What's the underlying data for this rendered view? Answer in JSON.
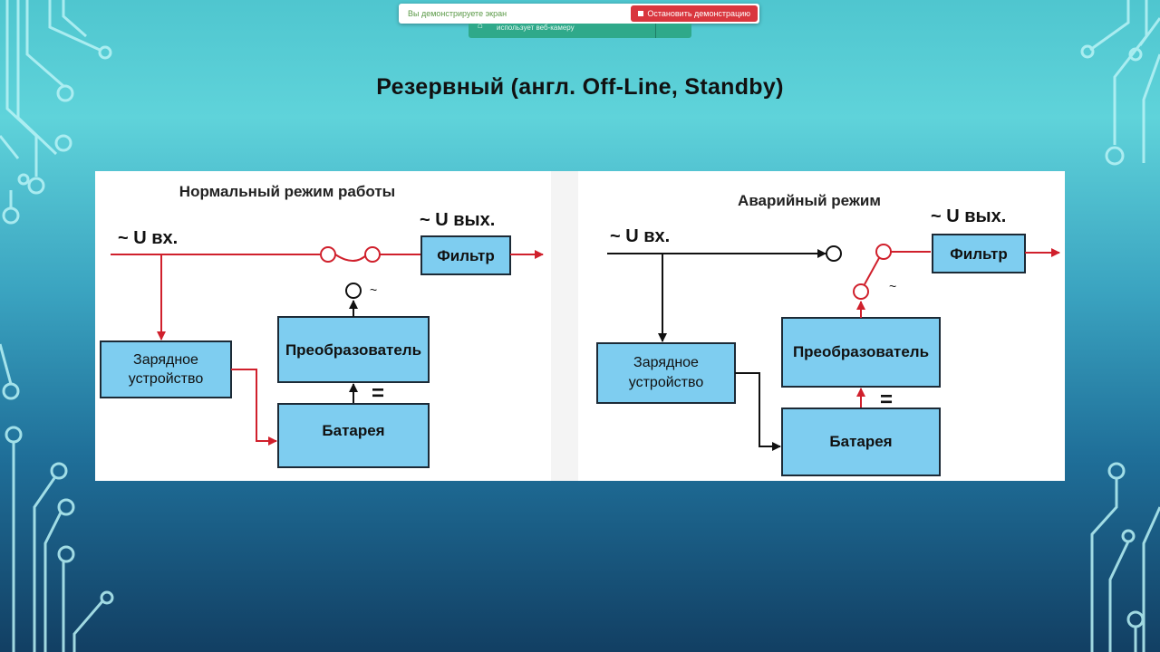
{
  "screen_share": {
    "status_text": "Вы демонстрируете экран",
    "stop_label": "Остановить демонстрацию",
    "camera_text": "использует веб-камеру"
  },
  "slide": {
    "title": "Резервный (англ. Off-Line, Standby)"
  },
  "diagram": {
    "normal": {
      "heading": "Нормальный режим работы",
      "input_label": "~ U вх.",
      "output_label": "~ U вых.",
      "filter_label": "Фильтр",
      "charger_label_1": "Зарядное",
      "charger_label_2": "устройство",
      "inverter_label": "Преобразователь",
      "battery_label": "Батарея",
      "ac_symbol": "~",
      "dc_symbol": "="
    },
    "emergency": {
      "heading": "Аварийный режим",
      "input_label": "~ U вх.",
      "output_label": "~ U вых.",
      "filter_label": "Фильтр",
      "charger_label_1": "Зарядное",
      "charger_label_2": "устройство",
      "inverter_label": "Преобразователь",
      "battery_label": "Батарея",
      "ac_symbol": "~",
      "dc_symbol": "="
    }
  },
  "colors": {
    "active_line": "#d0202c",
    "passive_line": "#111111",
    "box_fill": "#7ecdf0",
    "box_stroke": "#1c2a36"
  }
}
